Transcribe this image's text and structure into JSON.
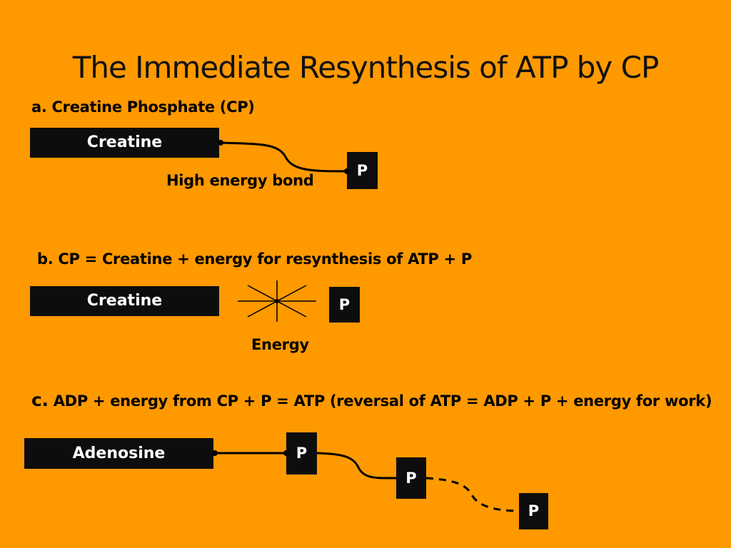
{
  "title": "The Immediate Resynthesis of ATP by CP",
  "section_a": {
    "heading": "a. Creatine Phosphate (CP)",
    "molecule_label": "Creatine",
    "phosphate_label": "P",
    "bond_label": "High energy bond"
  },
  "section_b": {
    "heading": "b. CP = Creatine + energy for resynthesis of ATP + P",
    "molecule_label": "Creatine",
    "phosphate_label": "P",
    "energy_label": "Energy"
  },
  "section_c": {
    "heading_letter": "c.",
    "heading_text": "ADP + energy from CP + P = ATP (reversal of ATP = ADP + P + energy for work)",
    "molecule_label": "Adenosine",
    "phosphate_1": "P",
    "phosphate_2": "P",
    "phosphate_3": "P"
  },
  "colors": {
    "background": "#FF9900",
    "box_fill": "#0d0d0d",
    "box_text": "#FFFFFF",
    "text": "#000000"
  }
}
